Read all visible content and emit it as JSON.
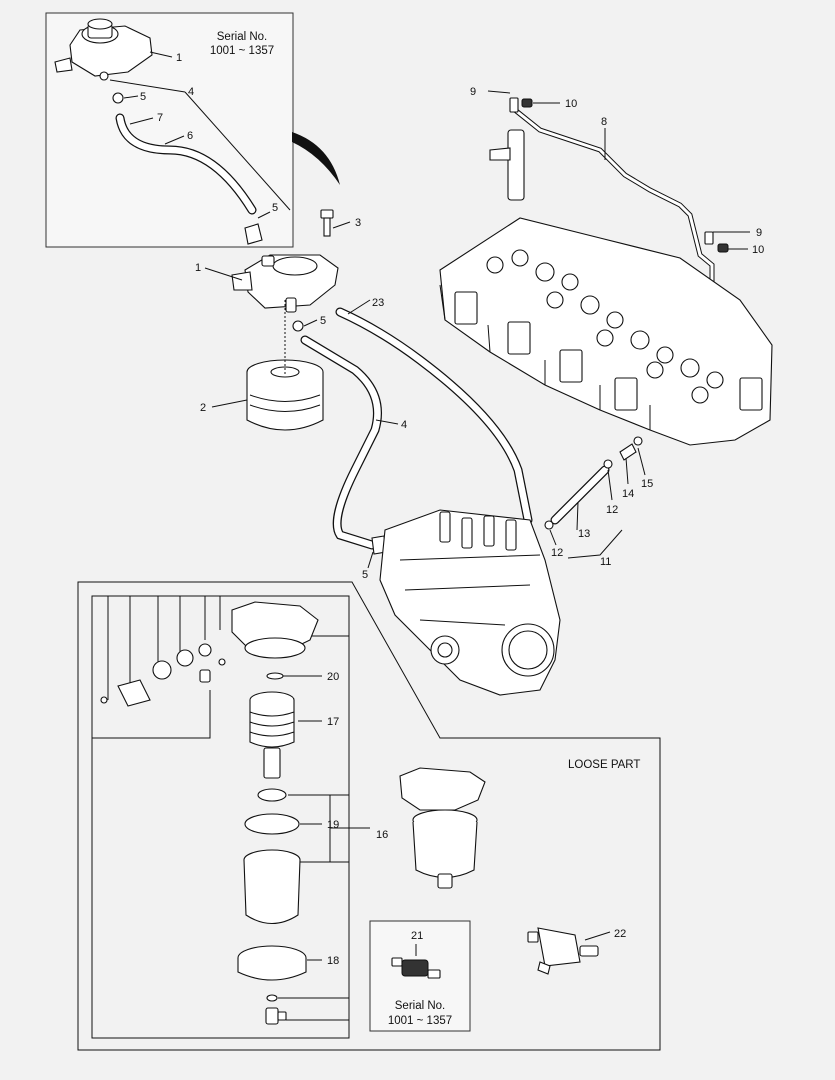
{
  "inset_top": {
    "serial_line1": "Serial No.",
    "serial_line2": "1001 ~ 1357"
  },
  "inset_serial_small": {
    "serial_line1": "Serial No.",
    "serial_line2": "1001 ~ 1357"
  },
  "loose_part_label": "LOOSE PART",
  "callouts": {
    "c1_top": "1",
    "c4_top": "4",
    "c5_top_a": "5",
    "c7": "7",
    "c6": "6",
    "c5_top_b": "5",
    "c9_a": "9",
    "c10_a": "10",
    "c8": "8",
    "c9_b": "9",
    "c10_b": "10",
    "c3": "3",
    "c1": "1",
    "c23": "23",
    "c5_mid": "5",
    "c2": "2",
    "c4": "4",
    "c15": "15",
    "c14": "14",
    "c12_a": "12",
    "c13": "13",
    "c12_b": "12",
    "c11": "11",
    "c5_low": "5",
    "c20": "20",
    "c17": "17",
    "c19": "19",
    "c16": "16",
    "c18": "18",
    "c21": "21",
    "c22": "22"
  }
}
